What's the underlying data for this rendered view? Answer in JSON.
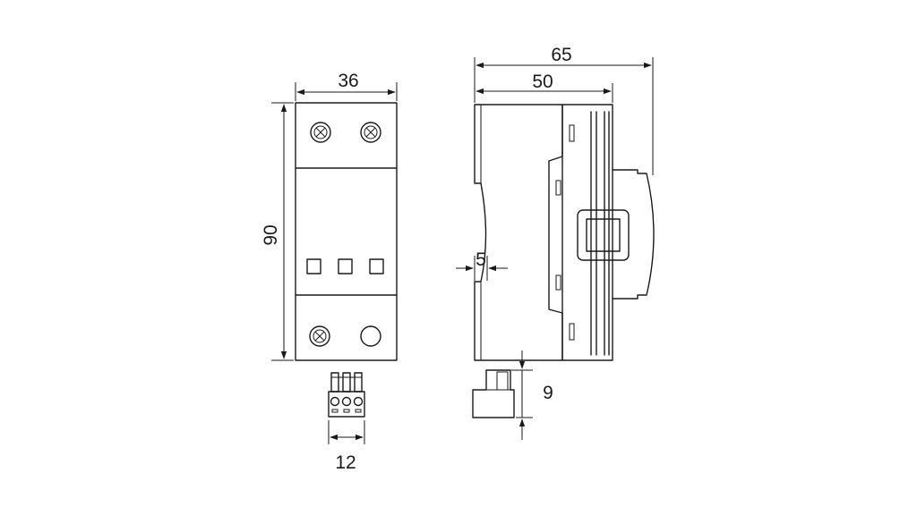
{
  "dimensions": {
    "front_width": "36",
    "front_height": "90",
    "connector_width": "12",
    "side_total_depth": "65",
    "side_depth": "50",
    "rail_offset": "5",
    "connector_height": "9"
  },
  "colors": {
    "line": "#1a1a1a",
    "background": "#ffffff"
  }
}
